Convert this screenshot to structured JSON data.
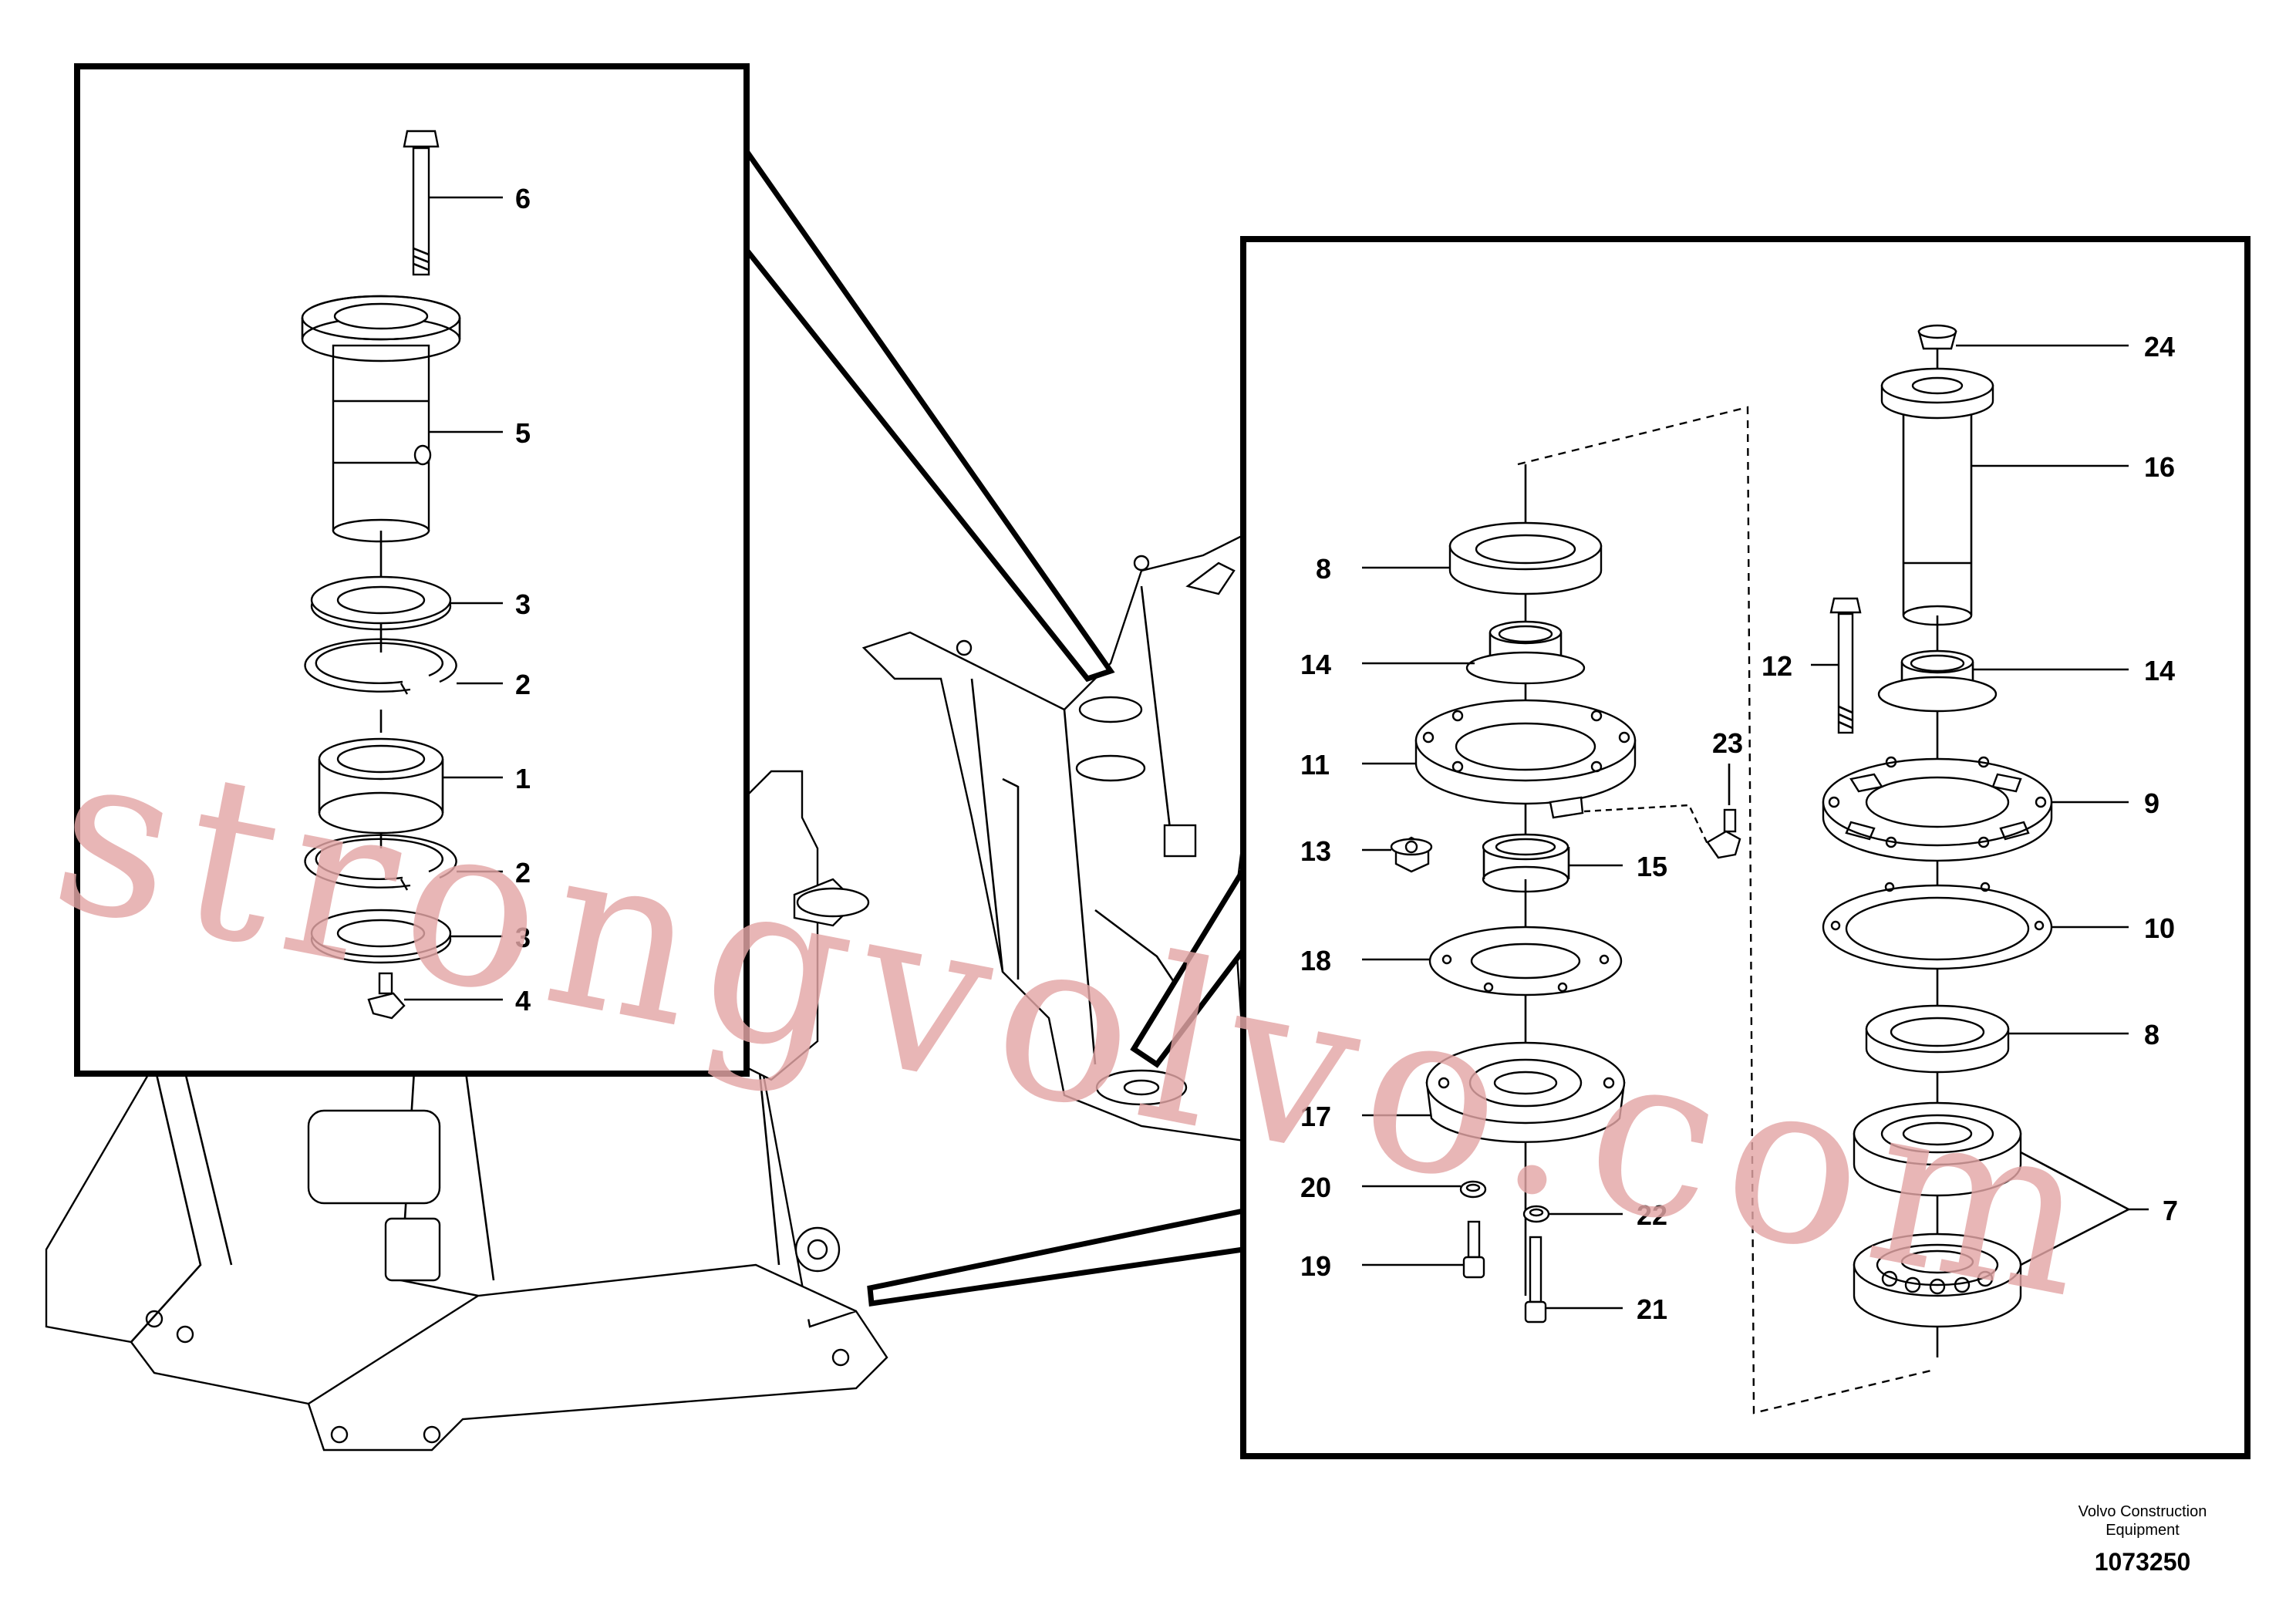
{
  "watermark": "strongvolvo.com",
  "credit": {
    "line1": "Volvo Construction",
    "line2": "Equipment"
  },
  "document_number": "1073250",
  "left_callouts": [
    "6",
    "5",
    "3",
    "2",
    "1",
    "2",
    "3",
    "4"
  ],
  "right_callouts": [
    "8",
    "14",
    "11",
    "13",
    "15",
    "18",
    "17",
    "20",
    "22",
    "19",
    "21",
    "23",
    "24",
    "16",
    "12",
    "14",
    "9",
    "10",
    "8",
    "7"
  ]
}
